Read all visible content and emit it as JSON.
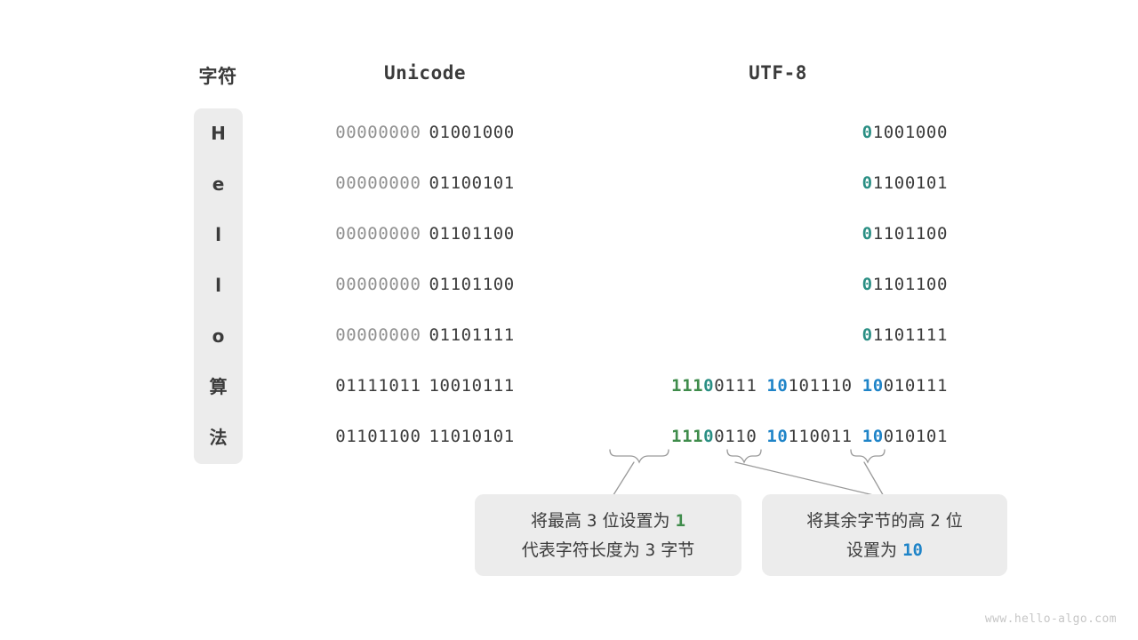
{
  "headers": {
    "character": "字符",
    "unicode": "Unicode",
    "utf8": "UTF-8"
  },
  "colors": {
    "green": "#3f8c4b",
    "teal": "#2a8f84",
    "blue": "#1f84c8",
    "dark": "#3b3b3b",
    "muted": "#909090",
    "box_fill": "#ececec",
    "background": "#ffffff",
    "watermark": "#c6c6c6"
  },
  "rows": [
    {
      "char": "H",
      "unicode_high": "00000000",
      "unicode_low": "01001000",
      "utf8_bytes": [
        {
          "prefix": "0",
          "prefix_color": "teal",
          "rest": "1001000"
        }
      ]
    },
    {
      "char": "e",
      "unicode_high": "00000000",
      "unicode_low": "01100101",
      "utf8_bytes": [
        {
          "prefix": "0",
          "prefix_color": "teal",
          "rest": "1100101"
        }
      ]
    },
    {
      "char": "l",
      "unicode_high": "00000000",
      "unicode_low": "01101100",
      "utf8_bytes": [
        {
          "prefix": "0",
          "prefix_color": "teal",
          "rest": "1101100"
        }
      ]
    },
    {
      "char": "l",
      "unicode_high": "00000000",
      "unicode_low": "01101100",
      "utf8_bytes": [
        {
          "prefix": "0",
          "prefix_color": "teal",
          "rest": "1101100"
        }
      ]
    },
    {
      "char": "o",
      "unicode_high": "00000000",
      "unicode_low": "01101111",
      "utf8_bytes": [
        {
          "prefix": "0",
          "prefix_color": "teal",
          "rest": "1101111"
        }
      ]
    },
    {
      "char": "算",
      "unicode_high": "01111011",
      "unicode_low": "10010111",
      "utf8_bytes": [
        {
          "prefix": "111",
          "prefix2": "0",
          "prefix_color": "green",
          "rest": "0111"
        },
        {
          "prefix": "10",
          "prefix_color": "blue",
          "rest": "101110"
        },
        {
          "prefix": "10",
          "prefix_color": "blue",
          "rest": "010111"
        }
      ]
    },
    {
      "char": "法",
      "unicode_high": "01101100",
      "unicode_low": "11010101",
      "utf8_bytes": [
        {
          "prefix": "111",
          "prefix2": "0",
          "prefix_color": "green",
          "rest": "0110"
        },
        {
          "prefix": "10",
          "prefix_color": "blue",
          "rest": "110011"
        },
        {
          "prefix": "10",
          "prefix_color": "blue",
          "rest": "010101"
        }
      ]
    }
  ],
  "notes": {
    "note1": {
      "line1_a": "将最高",
      "line1_num": "3",
      "line1_b": "位设置为",
      "line1_highlight": "1",
      "line2_a": "代表字符长度为",
      "line2_num": "3",
      "line2_b": "字节"
    },
    "note2": {
      "line1_a": "将其余字节的高",
      "line1_num": "2",
      "line1_b": "位",
      "line2_a": "设置为",
      "line2_highlight": "10"
    }
  },
  "watermark": "www.hello-algo.com"
}
